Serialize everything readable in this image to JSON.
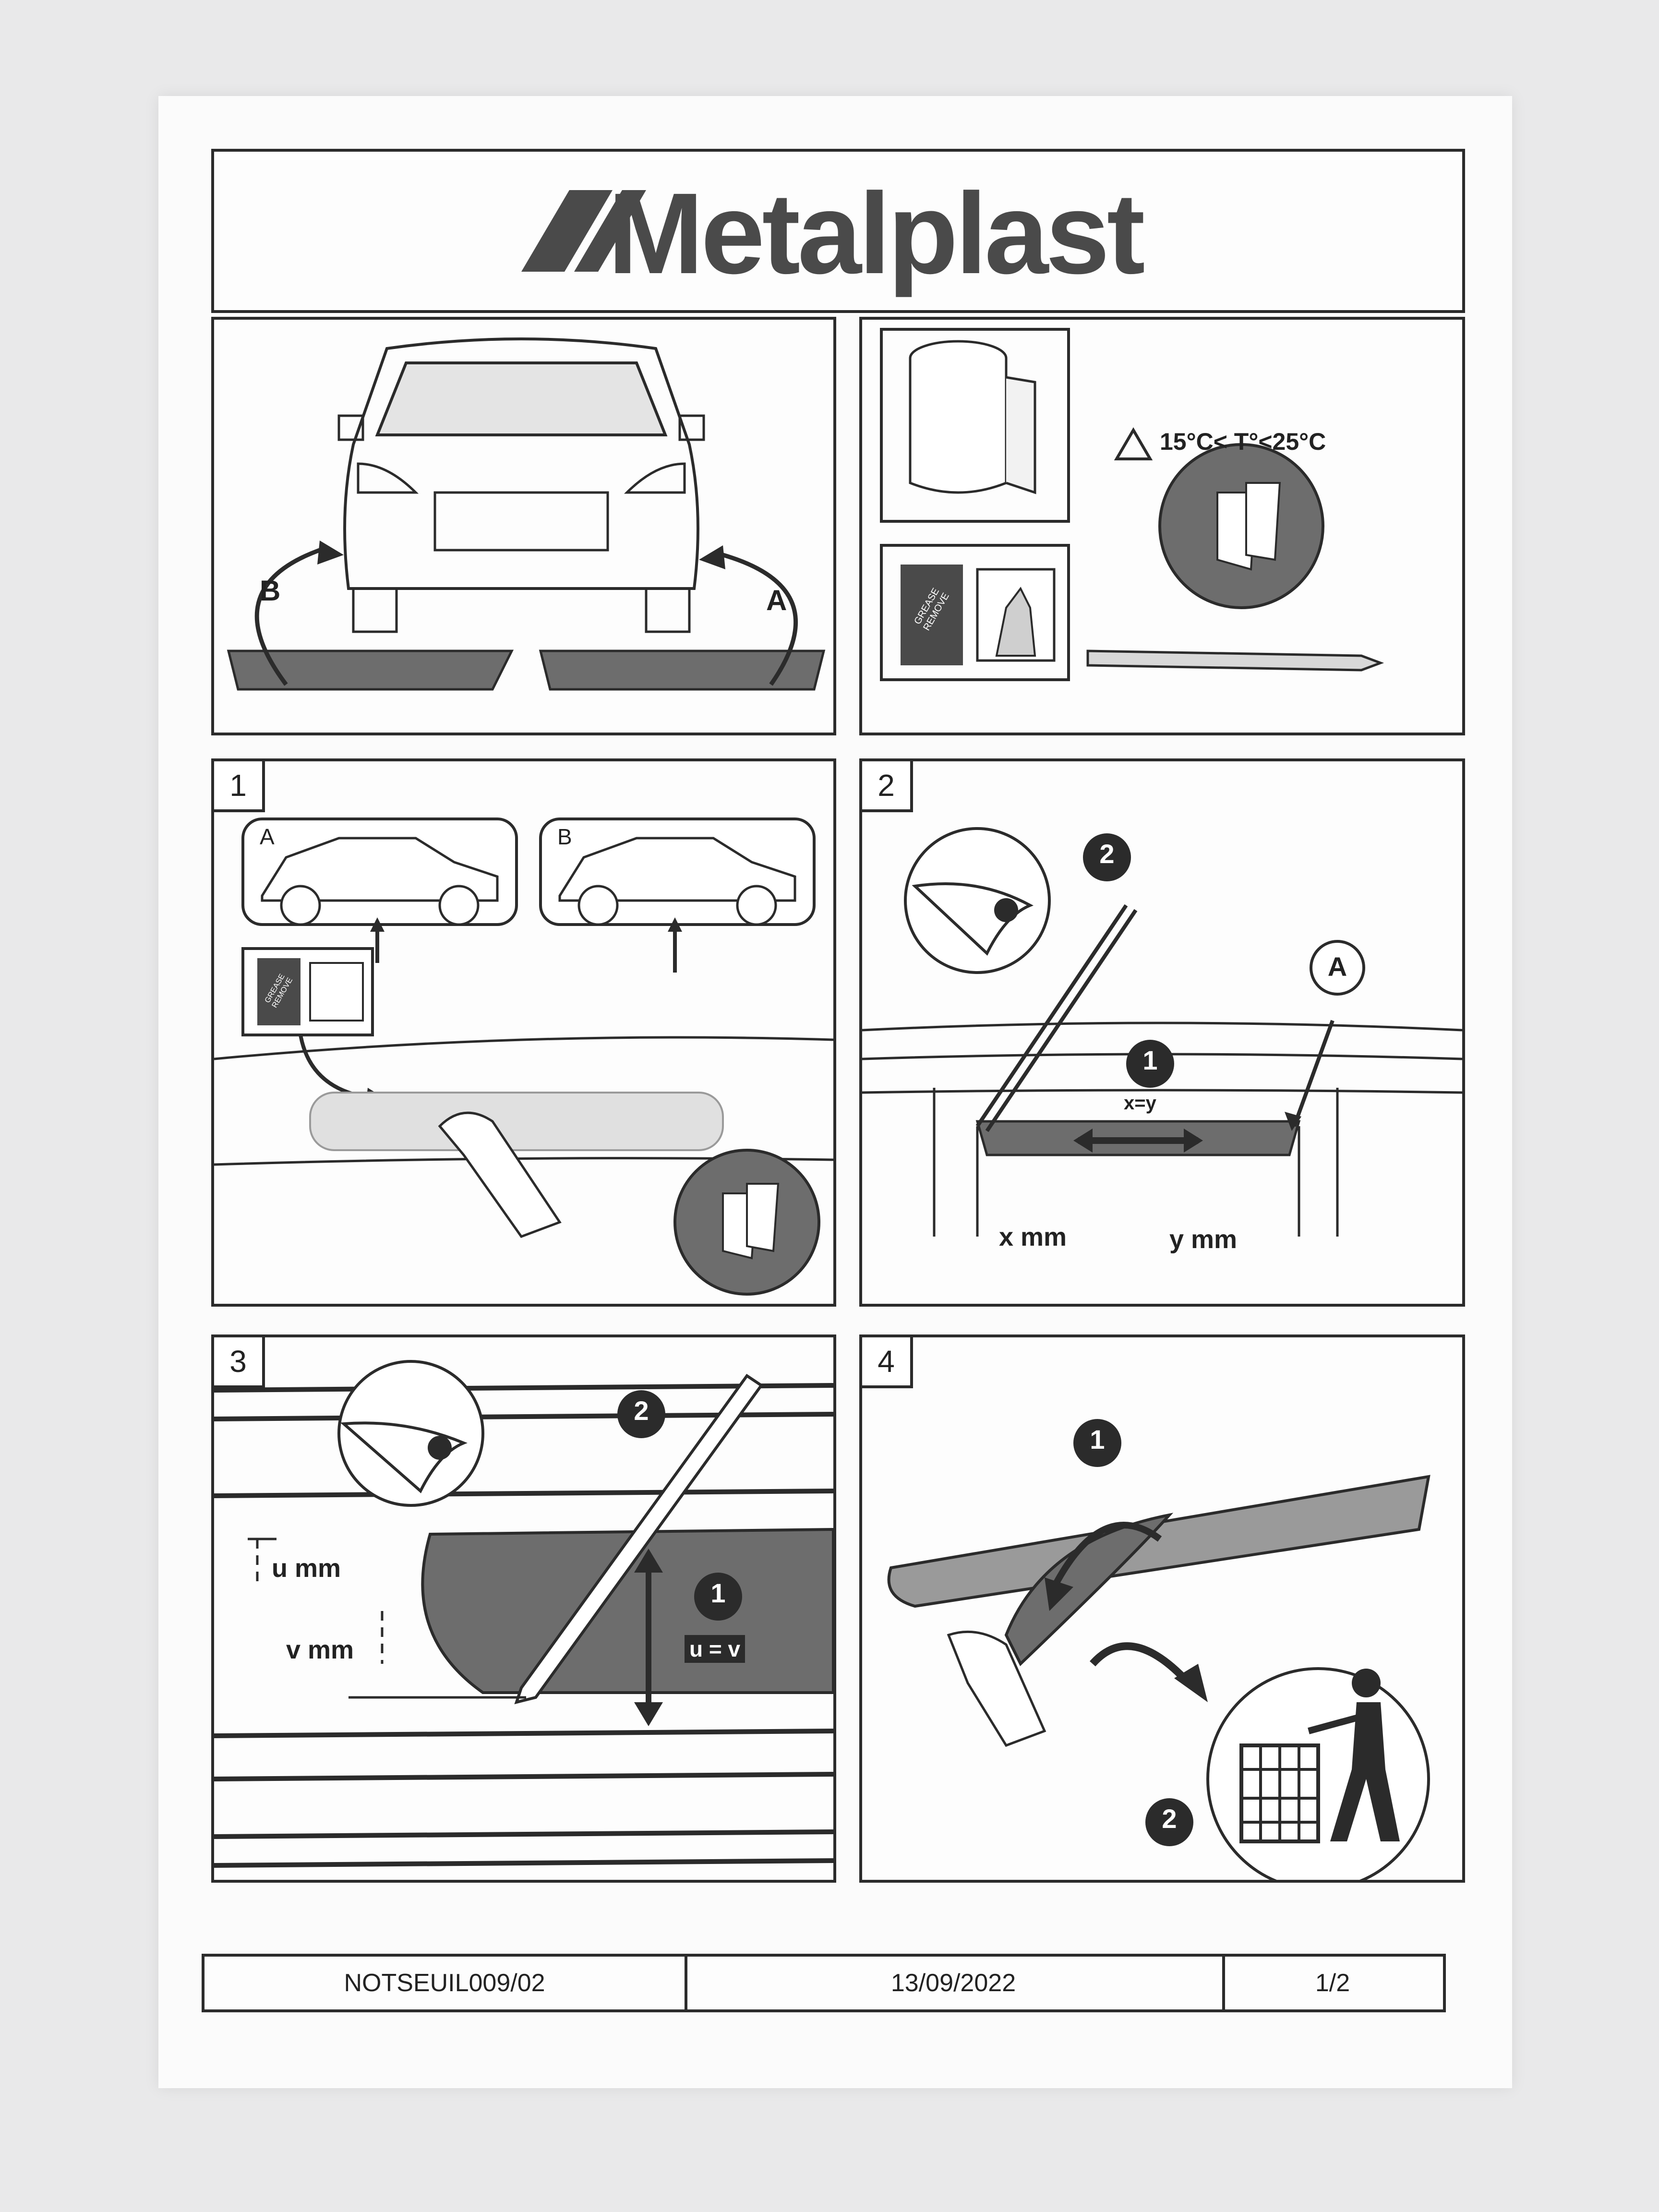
{
  "header": {
    "brand": "Metalplast"
  },
  "overview": {
    "label_b": "B",
    "label_a": "A"
  },
  "supplies": {
    "grease_label": "GREASE REMOVE",
    "temperature": "15°C< T°<25°C"
  },
  "steps": [
    {
      "number": "1",
      "car_a": "A",
      "car_b": "B",
      "grease_label": "GREASE REMOVE"
    },
    {
      "number": "2",
      "badge_pencil": "2",
      "badge_center": "1",
      "marker": "A",
      "equation": "x=y",
      "x_label": "x mm",
      "y_label": "y mm"
    },
    {
      "number": "3",
      "badge_pencil": "2",
      "badge_center": "1",
      "u_label": "u mm",
      "v_label": "v mm",
      "equation": "u = v"
    },
    {
      "number": "4",
      "badge_peel": "1",
      "badge_bin": "2"
    }
  ],
  "footer": {
    "doc_code": "NOTSEUIL009/02",
    "date": "13/09/2022",
    "page": "1/2"
  },
  "colors": {
    "ink": "#2b2b2b",
    "gray_fill": "#6d6d6d",
    "paper": "#fbfbfb",
    "background": "#e9e9ea"
  }
}
